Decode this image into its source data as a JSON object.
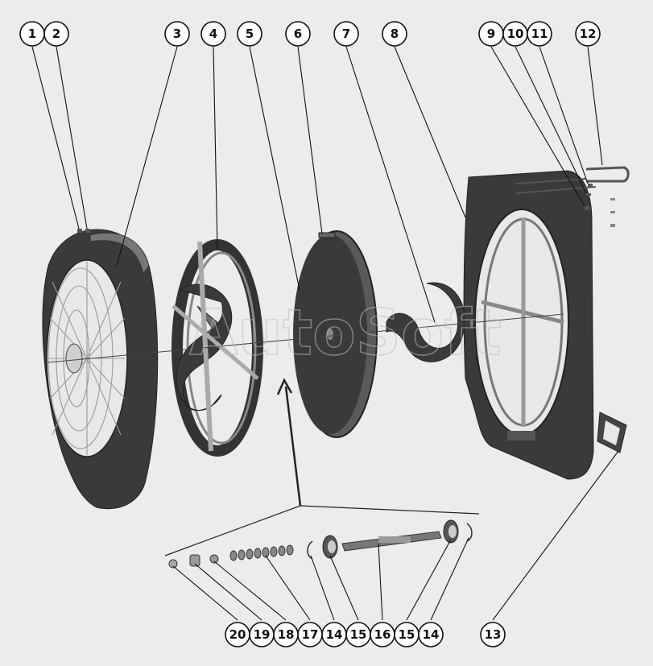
{
  "watermark": "AutoSoft",
  "callouts_top": [
    "1",
    "2",
    "3",
    "4",
    "5",
    "6",
    "7",
    "8",
    "9",
    "10",
    "11",
    "12"
  ],
  "callouts_bottom": [
    "20",
    "19",
    "18",
    "17",
    "14",
    "15",
    "16",
    "15",
    "14",
    "13"
  ],
  "parts": [
    {
      "id": "1",
      "icon": "screw-icon"
    },
    {
      "id": "2",
      "icon": "clip-icon"
    },
    {
      "id": "3",
      "icon": "fan-guard-housing-icon"
    },
    {
      "id": "4",
      "icon": "fan-impeller-cage-icon"
    },
    {
      "id": "5",
      "icon": "shaft-axis-icon"
    },
    {
      "id": "6",
      "icon": "disc-plate-icon"
    },
    {
      "id": "7",
      "icon": "curved-blade-icon"
    },
    {
      "id": "8",
      "icon": "frame-housing-icon"
    },
    {
      "id": "9",
      "icon": "nut-icon"
    },
    {
      "id": "10",
      "icon": "washer-icon"
    },
    {
      "id": "11",
      "icon": "bolt-icon"
    },
    {
      "id": "12",
      "icon": "handle-icon"
    },
    {
      "id": "13",
      "icon": "gasket-icon"
    },
    {
      "id": "14",
      "icon": "retaining-ring-icon"
    },
    {
      "id": "15",
      "icon": "bearing-icon"
    },
    {
      "id": "16",
      "icon": "shaft-icon"
    },
    {
      "id": "17",
      "icon": "spacer-rings-icon"
    },
    {
      "id": "18",
      "icon": "washer-icon"
    },
    {
      "id": "19",
      "icon": "nut-icon"
    },
    {
      "id": "20",
      "icon": "cap-nut-icon"
    }
  ]
}
